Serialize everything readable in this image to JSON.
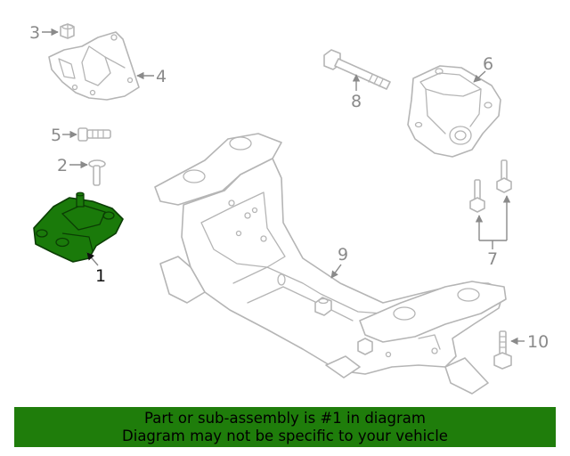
{
  "callouts": {
    "c1": "1",
    "c2": "2",
    "c3": "3",
    "c4": "4",
    "c5": "5",
    "c6": "6",
    "c7": "7",
    "c8": "8",
    "c9": "9",
    "c10": "10"
  },
  "highlight_color": "#1a7a0a",
  "banner": {
    "line1": "Part or sub-assembly is #1 in diagram",
    "line2": "Diagram may not be specific to your vehicle",
    "background": "#1f7d0b"
  }
}
